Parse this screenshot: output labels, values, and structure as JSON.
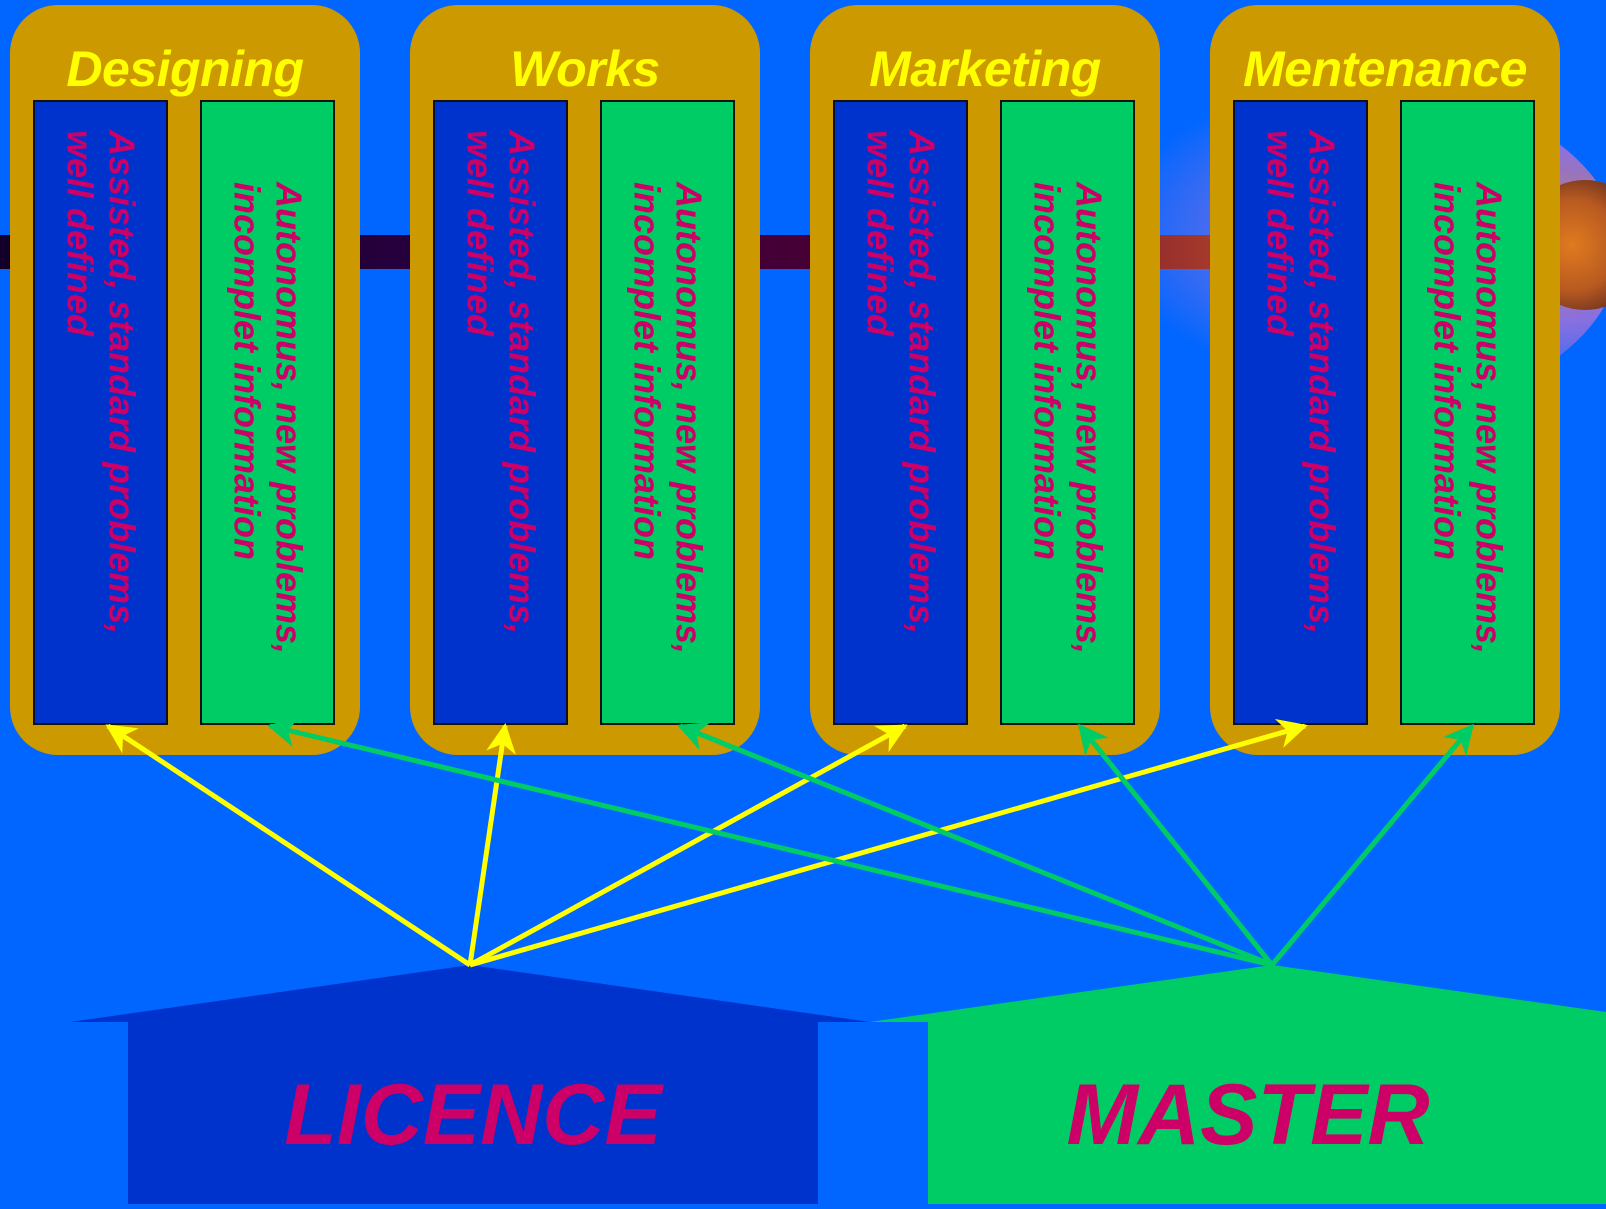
{
  "colors": {
    "background": "#0066ff",
    "phase_box": "#cc9900",
    "phase_title": "#ffff00",
    "assisted_column": "#0033cc",
    "autonomous_column": "#00cc66",
    "column_text": "#cc0066",
    "licence_arrow": "#ffff00",
    "master_arrow": "#00cc66"
  },
  "phases": [
    {
      "title": "Designing",
      "assisted": "Assisted, standard problems, well defined",
      "autonomous": "Autonomus, new problems, incomplet information"
    },
    {
      "title": "Works",
      "assisted": "Assisted, standard problems, well defined",
      "autonomous": "Autonomus, new problems, incomplet information"
    },
    {
      "title": "Marketing",
      "assisted": "Assisted, standard problems, well defined",
      "autonomous": "Autonomus, new problems, incomplet information"
    },
    {
      "title": "Mentenance",
      "assisted": "Assisted, standard problems, well defined",
      "autonomous": "Autonomus, new problems, incomplet information"
    }
  ],
  "levels": {
    "licence": "LICENCE",
    "master": "MASTER"
  }
}
